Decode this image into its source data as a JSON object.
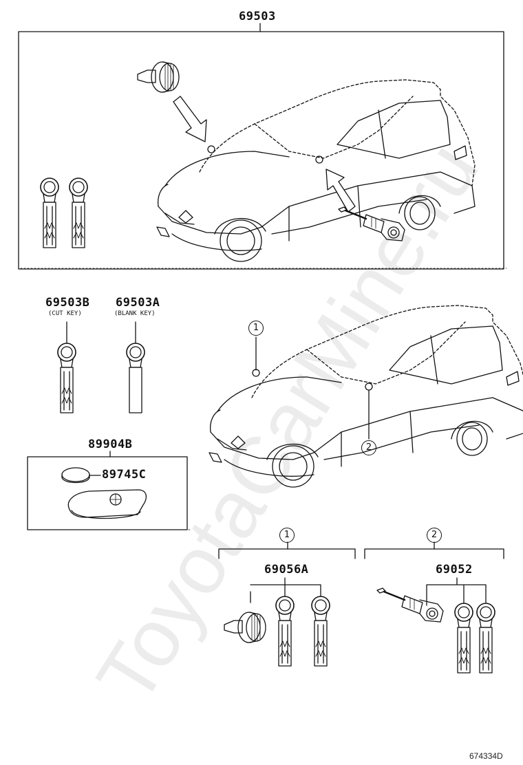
{
  "labels": {
    "main_assembly": "69503",
    "cut_key": "69503B",
    "cut_key_note": "(CUT KEY)",
    "blank_key": "69503A",
    "blank_key_note": "(BLANK KEY)",
    "transmitter": "89904B",
    "battery": "89745C",
    "cylinder_set_a": "69056A",
    "cylinder_set_b": "69052"
  },
  "callouts": {
    "one": "1",
    "two": "2"
  },
  "watermark": "ToyotaCarMine.ru",
  "diagram_code": "674334D"
}
